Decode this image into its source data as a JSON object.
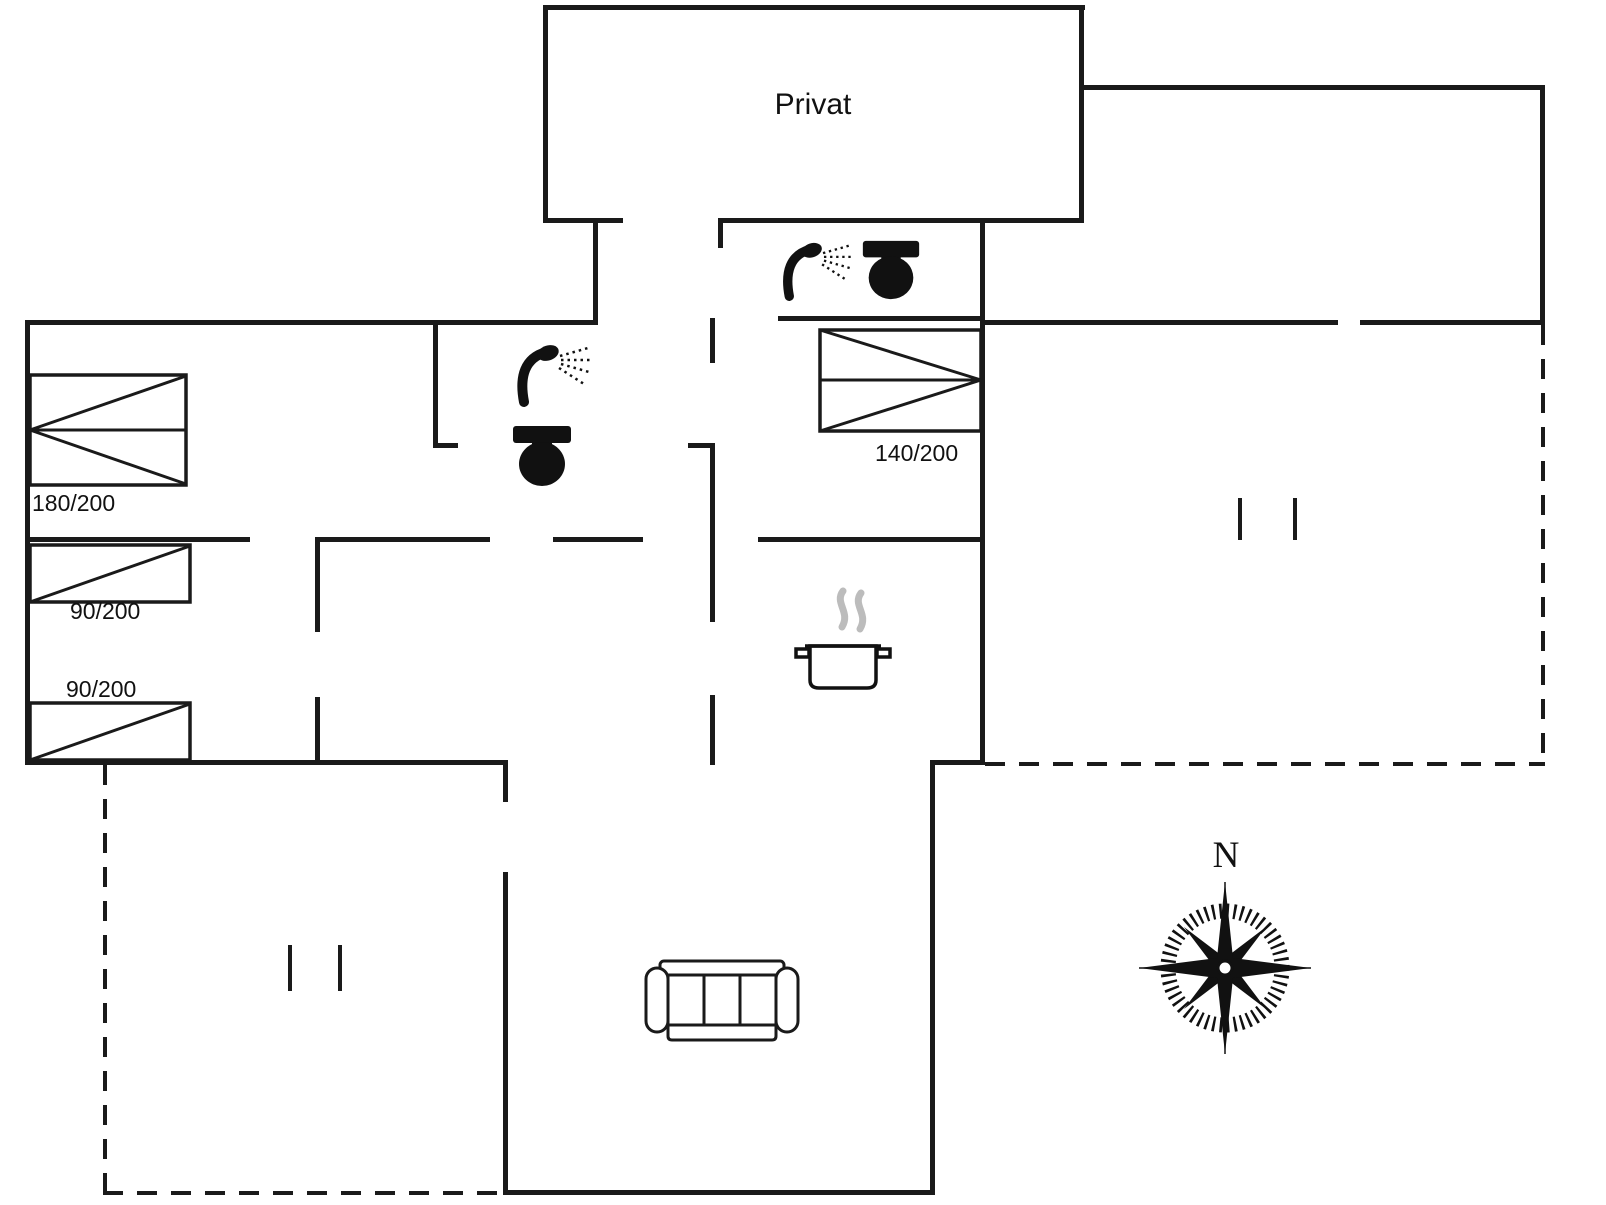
{
  "plan": {
    "labels": {
      "privat": "Privat",
      "north": "N"
    },
    "beds": [
      {
        "label": "180/200"
      },
      {
        "label": "90/200"
      },
      {
        "label": "90/200"
      },
      {
        "label": "140/200"
      }
    ],
    "icons": {
      "shower": "shower-icon",
      "toilet": "toilet-icon",
      "stove": "pot-steam-icon",
      "sofa": "sofa-icon",
      "compass": "compass-rose-icon"
    },
    "colors": {
      "wall": "#1a1a1a",
      "steam": "#bcbcbc",
      "background": "#ffffff"
    }
  }
}
